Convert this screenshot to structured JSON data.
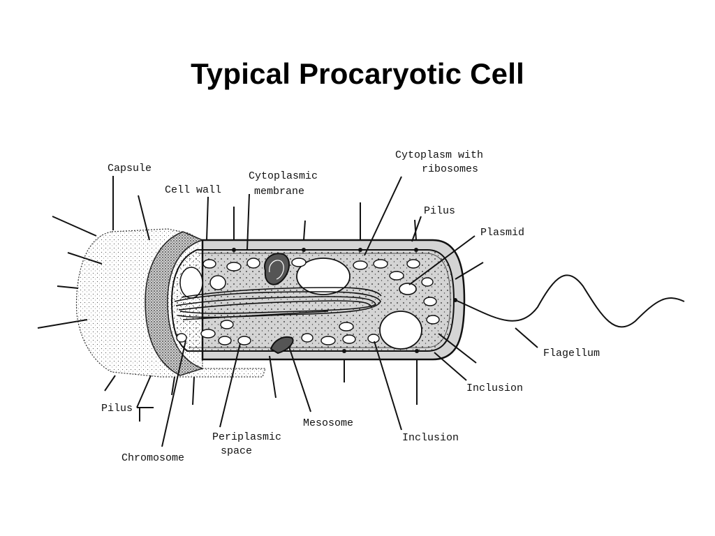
{
  "title": "Typical Procaryotic Cell",
  "labels": {
    "capsule": "Capsule",
    "cell_wall": "Cell wall",
    "cytoplasmic_membrane_1": "Cytoplasmic",
    "cytoplasmic_membrane_2": "membrane",
    "cytoplasm_1": "Cytoplasm with",
    "cytoplasm_2": "ribosomes",
    "pilus_top": "Pilus",
    "plasmid": "Plasmid",
    "flagellum": "Flagellum",
    "inclusion_right": "Inclusion",
    "inclusion_bottom": "Inclusion",
    "mesosome": "Mesosome",
    "periplasmic_1": "Periplasmic",
    "periplasmic_2": "space",
    "chromosome": "Chromosome",
    "pilus_bottom": "Pilus"
  },
  "colors": {
    "ink": "#111111",
    "background": "#ffffff",
    "wall_fill": "#d4d4d4",
    "capsule_fill": "#f1f1f1"
  }
}
